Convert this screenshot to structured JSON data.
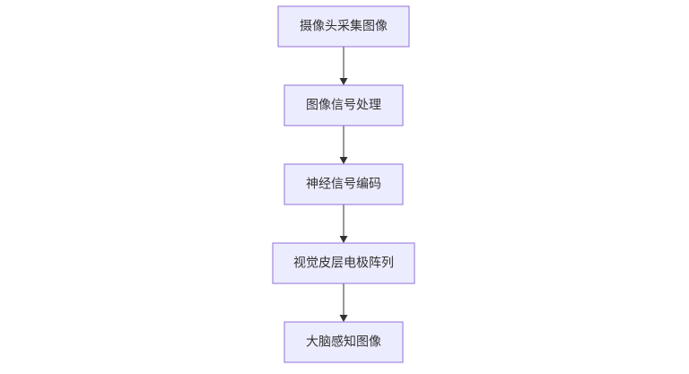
{
  "diagram": {
    "type": "flowchart",
    "direction": "top-down",
    "nodes": [
      {
        "id": "n1",
        "label": "摄像头采集图像"
      },
      {
        "id": "n2",
        "label": "图像信号处理"
      },
      {
        "id": "n3",
        "label": "神经信号编码"
      },
      {
        "id": "n4",
        "label": "视觉皮层电极阵列"
      },
      {
        "id": "n5",
        "label": "大脑感知图像"
      }
    ],
    "edges": [
      {
        "from": "n1",
        "to": "n2"
      },
      {
        "from": "n2",
        "to": "n3"
      },
      {
        "from": "n3",
        "to": "n4"
      },
      {
        "from": "n4",
        "to": "n5"
      }
    ]
  },
  "colors": {
    "node_fill": "#ececff",
    "node_border": "#9370db",
    "text": "#333333",
    "edge": "#333333"
  }
}
